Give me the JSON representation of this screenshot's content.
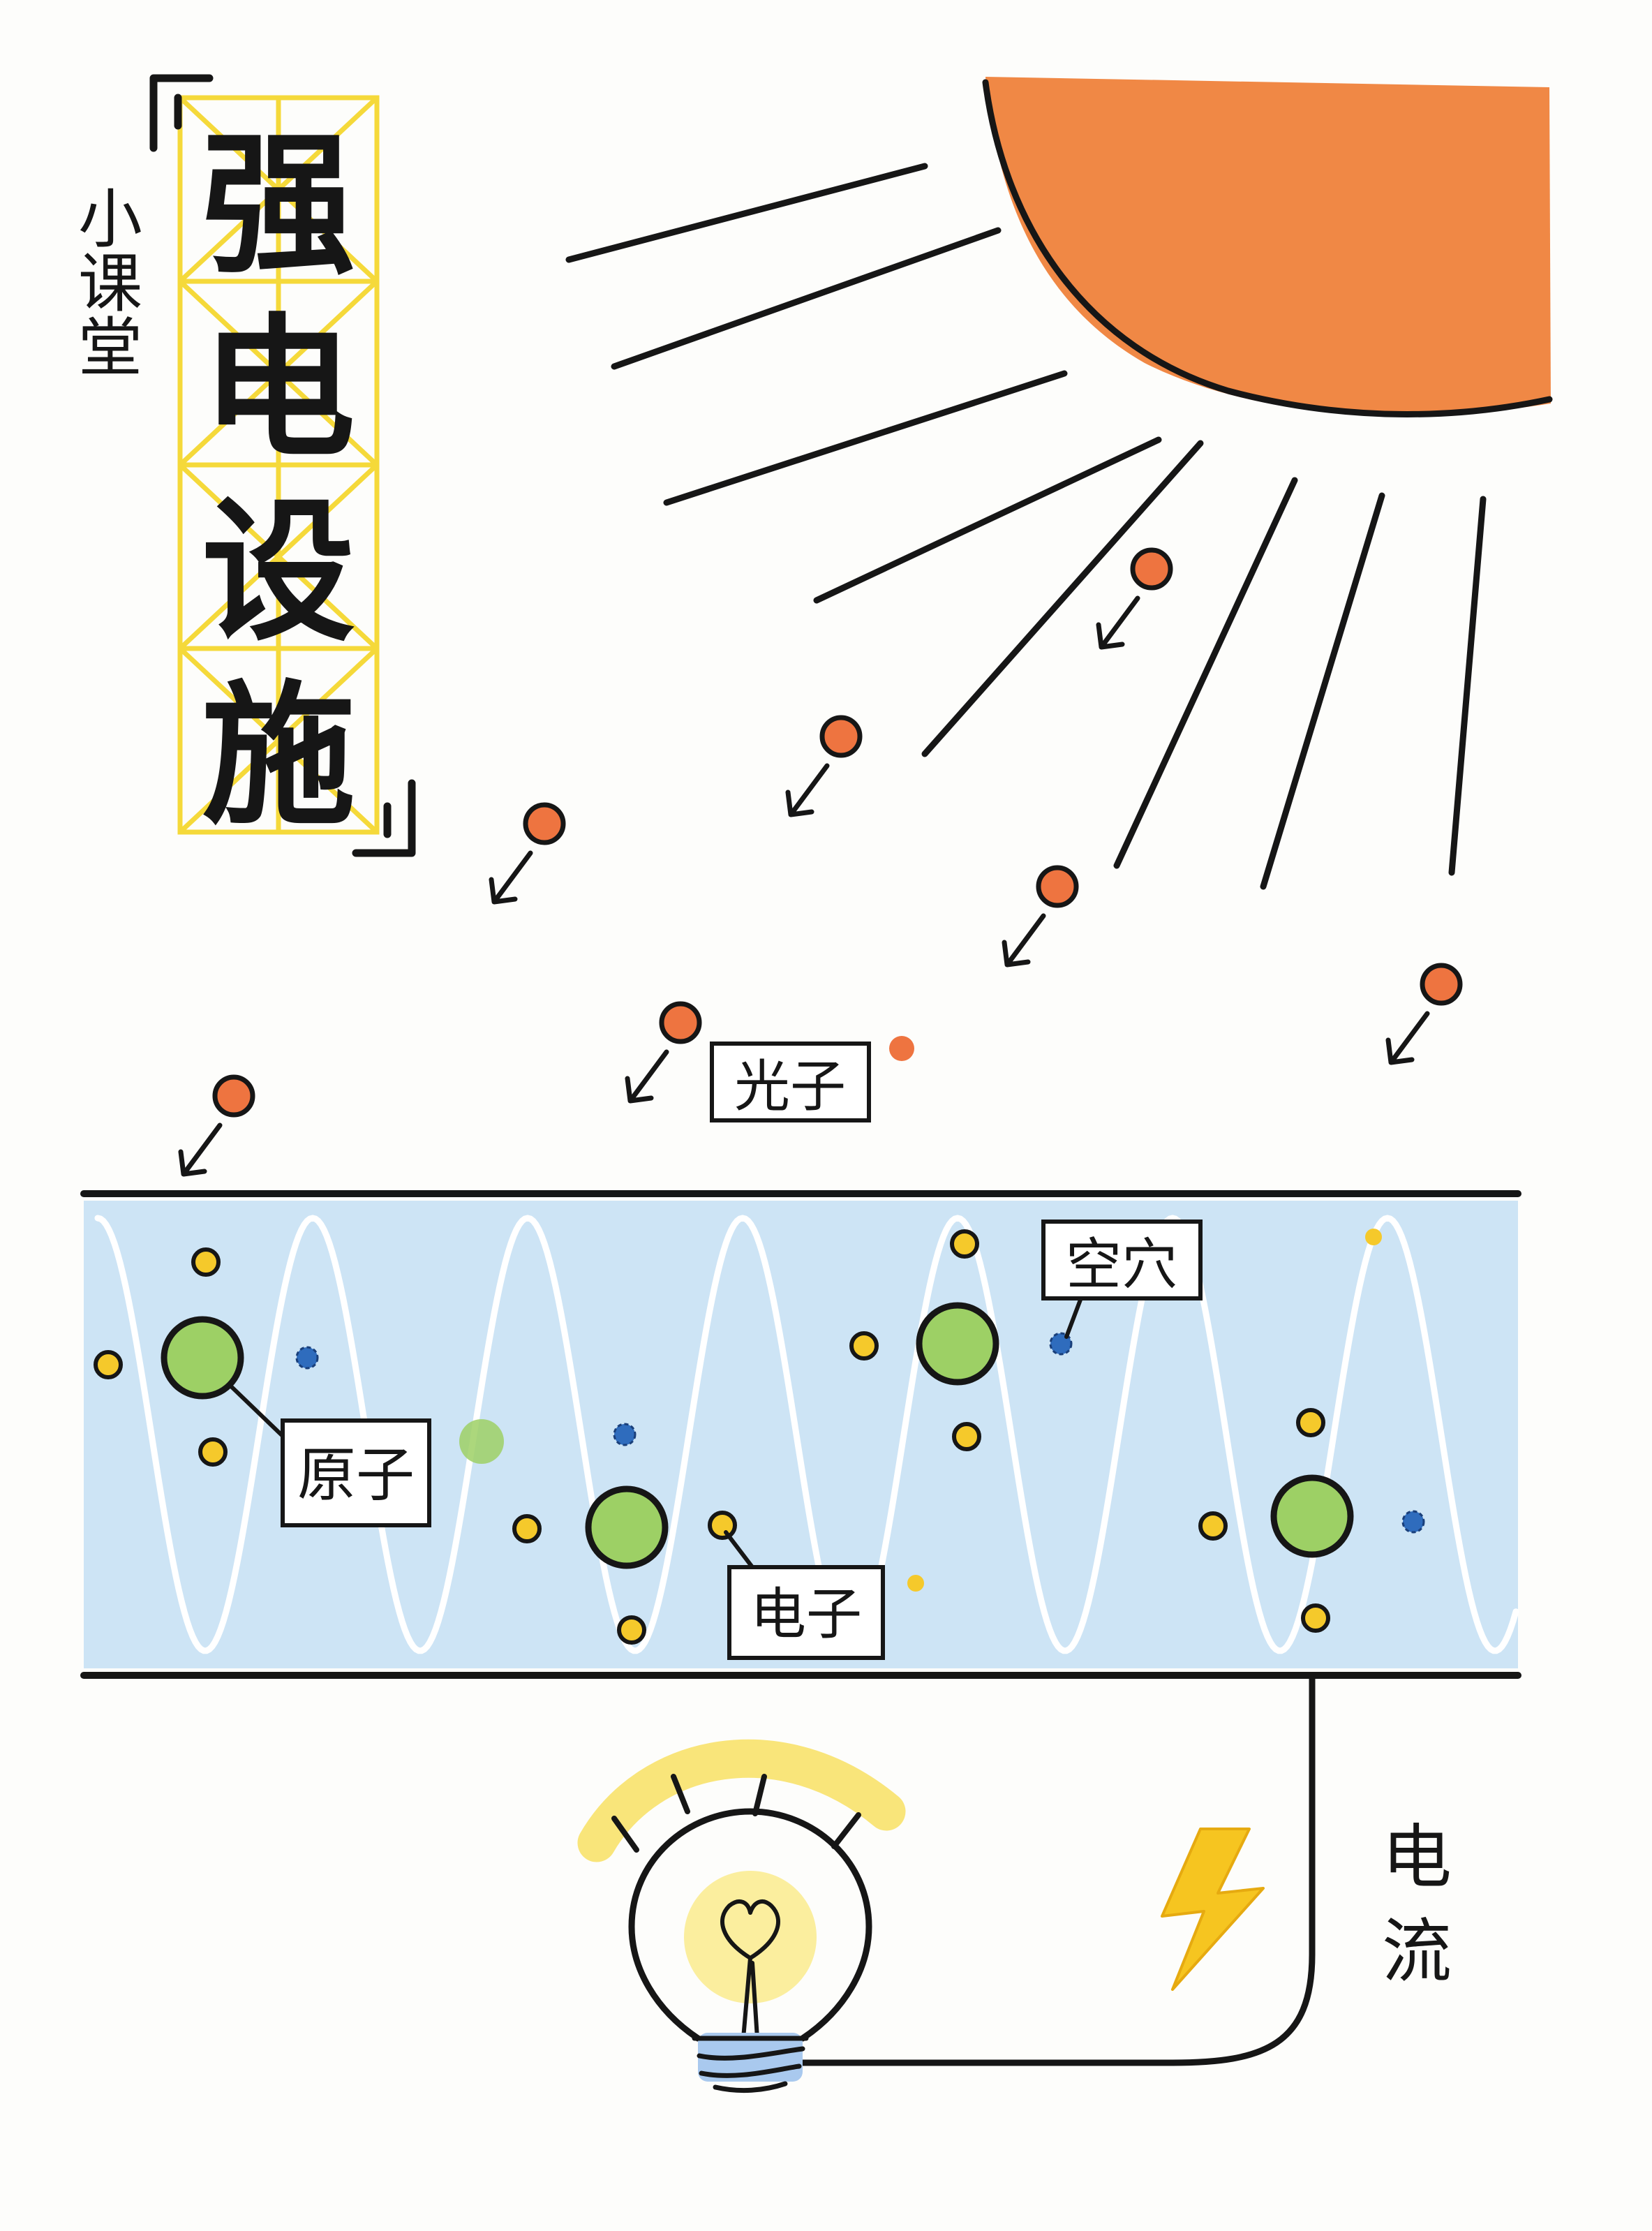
{
  "header": {
    "series_label": "小课堂",
    "title": "强电设施",
    "title_chars": [
      "强",
      "电",
      "设",
      "施"
    ],
    "bracket_open": "『",
    "bracket_close": "』"
  },
  "labels": {
    "photon": "光子",
    "hole": "空穴",
    "atom": "原子",
    "electron": "电子",
    "current": "电流",
    "current_chars": [
      "电",
      "流"
    ]
  },
  "icons": {
    "sun": "sun-icon",
    "bulb": "light-bulb-icon",
    "bolt": "lightning-bolt-icon"
  },
  "colors": {
    "sun": "#f08845",
    "photon": "#ee7440",
    "band": "#cde4f5",
    "band_wave": "#ffffff",
    "atom": "#9dd065",
    "electron": "#f5c92b",
    "hole": "#2f6cbd",
    "title_grid": "#f5d93a",
    "bulb_glow": "#f9e57a",
    "bulb_base": "#a9c9ee",
    "bolt": "#f6c520",
    "ink": "#161616"
  }
}
